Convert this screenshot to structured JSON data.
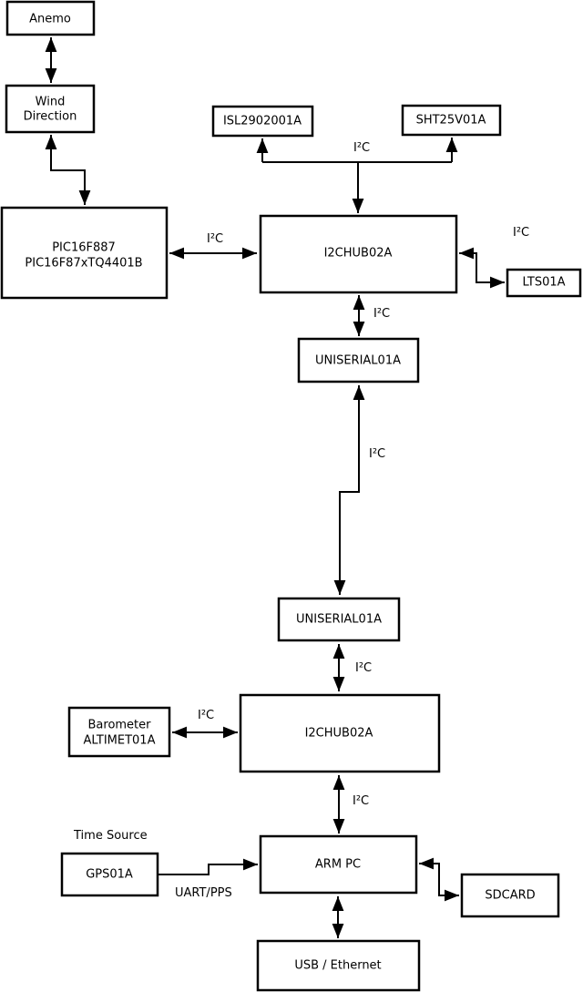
{
  "diagram": {
    "type": "block-diagram",
    "nodes": {
      "anemo": {
        "label": "Anemo"
      },
      "wind_direction": {
        "line1": "Wind",
        "line2": "Direction"
      },
      "pic": {
        "line1": "PIC16F887",
        "line2": "PIC16F87xTQ4401B"
      },
      "isl": {
        "label": "ISL2902001A"
      },
      "sht": {
        "label": "SHT25V01A"
      },
      "i2c_hub_1": {
        "label": "I2CHUB02A"
      },
      "lts": {
        "label": "LTS01A"
      },
      "uniserial_1": {
        "label": "UNISERIAL01A"
      },
      "uniserial_2": {
        "label": "UNISERIAL01A"
      },
      "i2c_hub_2": {
        "label": "I2CHUB02A"
      },
      "barometer": {
        "line1": "Barometer",
        "line2": "ALTIMET01A"
      },
      "arm_pc": {
        "label": "ARM PC"
      },
      "gps": {
        "label": "GPS01A"
      },
      "sdcard": {
        "label": "SDCARD"
      },
      "usb_ethernet": {
        "label": "USB / Ethernet"
      }
    },
    "edge_labels": {
      "i2c_sensors": "I²C",
      "i2c_pic_hub1": "I²C",
      "i2c_hub1_lts": "I²C",
      "i2c_hub1_uniserial1": "I²C",
      "i2c_uniserial_link": "I²C",
      "i2c_uniserial2_hub2": "I²C",
      "i2c_barometer_hub2": "I²C",
      "i2c_hub2_armpc": "I²C",
      "time_source": "Time Source",
      "uart_pps": "UART/PPS"
    },
    "colors": {
      "line": "#000000",
      "box_fill": "#ffffff",
      "text": "#000000",
      "background": "#ffffff"
    }
  }
}
